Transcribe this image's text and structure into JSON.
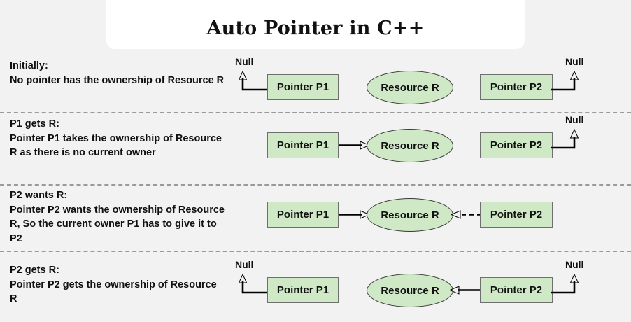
{
  "header": {
    "title": "Auto Pointer in C++"
  },
  "colors": {
    "background": "#f2f2f2",
    "header_panel": "#ffffff",
    "node_fill": "#cfe8c6",
    "node_border": "#6f6f6f",
    "ellipse_border": "#3a3a3a",
    "arrow": "#000000",
    "divider": "#9a9a9a",
    "text": "#111111"
  },
  "labels": {
    "pointer_p1": "Pointer P1",
    "pointer_p2": "Pointer P2",
    "resource_r": "Resource R",
    "null": "Null"
  },
  "rows": [
    {
      "id": "initially",
      "lead": "Initially:",
      "body": "No pointer has the ownership of Resource R",
      "p1_null": true,
      "p2_null": true,
      "p1_to_r": false,
      "p2_to_r": false,
      "p2_to_r_dashed": false
    },
    {
      "id": "p1-gets-r",
      "lead": "P1 gets R:",
      "body": "Pointer P1 takes the ownership of Resource R as there is no current owner",
      "p1_null": false,
      "p2_null": true,
      "p1_to_r": true,
      "p2_to_r": false,
      "p2_to_r_dashed": false
    },
    {
      "id": "p2-wants-r",
      "lead": "P2 wants R:",
      "body": "Pointer P2 wants the ownership of Resource R, So the current owner P1 has to give it to P2",
      "p1_null": false,
      "p2_null": false,
      "p1_to_r": true,
      "p2_to_r": true,
      "p2_to_r_dashed": true
    },
    {
      "id": "p2-gets-r",
      "lead": "P2 gets R:",
      "body": "Pointer P2 gets the ownership of Resource R",
      "p1_null": true,
      "p2_null": true,
      "p1_to_r": false,
      "p2_to_r": true,
      "p2_to_r_dashed": false
    }
  ]
}
